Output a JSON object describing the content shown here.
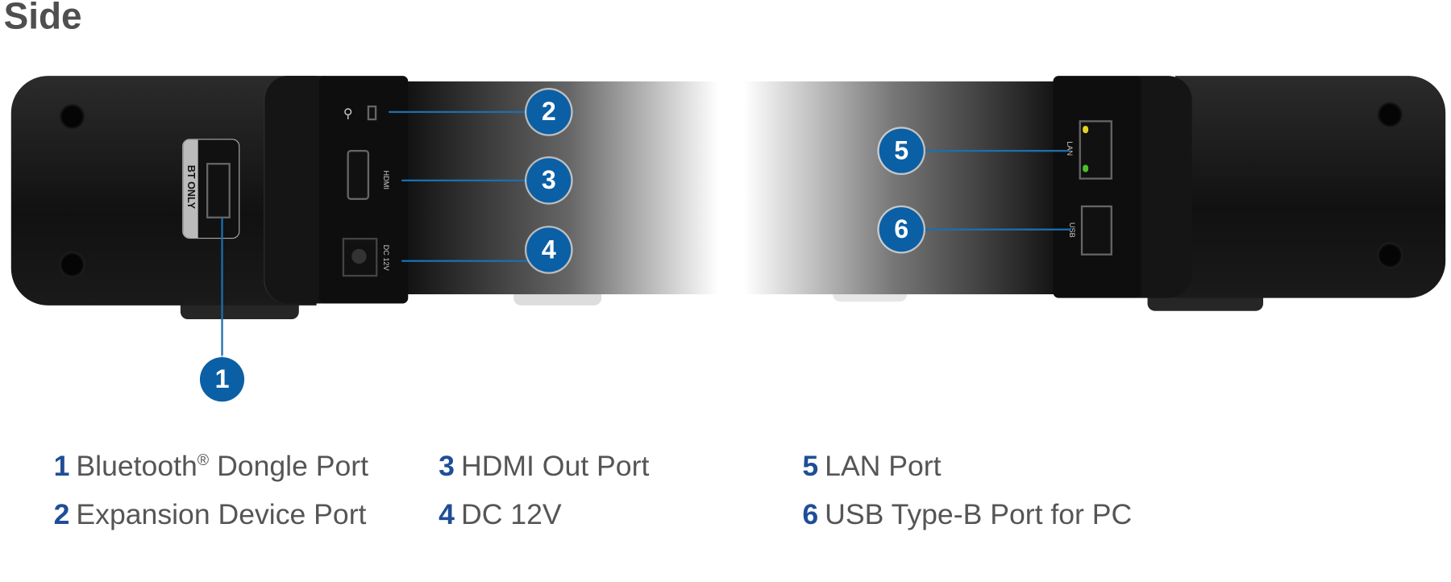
{
  "title": "Side",
  "device_labels": {
    "bt_only": "BT ONLY",
    "hdmi": "HDMI",
    "dc": "DC 12V",
    "lan": "LAN",
    "usb": "USB"
  },
  "callouts": [
    "1",
    "2",
    "3",
    "4",
    "5",
    "6"
  ],
  "legend": [
    {
      "num": "1",
      "label": "Bluetooth",
      "sup": "®",
      "suffix": " Dongle Port"
    },
    {
      "num": "2",
      "label": "Expansion Device Port"
    },
    {
      "num": "3",
      "label": "HDMI Out Port"
    },
    {
      "num": "4",
      "label": "DC 12V"
    },
    {
      "num": "5",
      "label": "LAN Port"
    },
    {
      "num": "6",
      "label": "USB Type-B Port for PC"
    }
  ],
  "colors": {
    "accent": "#0b5fa5",
    "legend_number": "#1f4e96",
    "text": "#555555"
  }
}
